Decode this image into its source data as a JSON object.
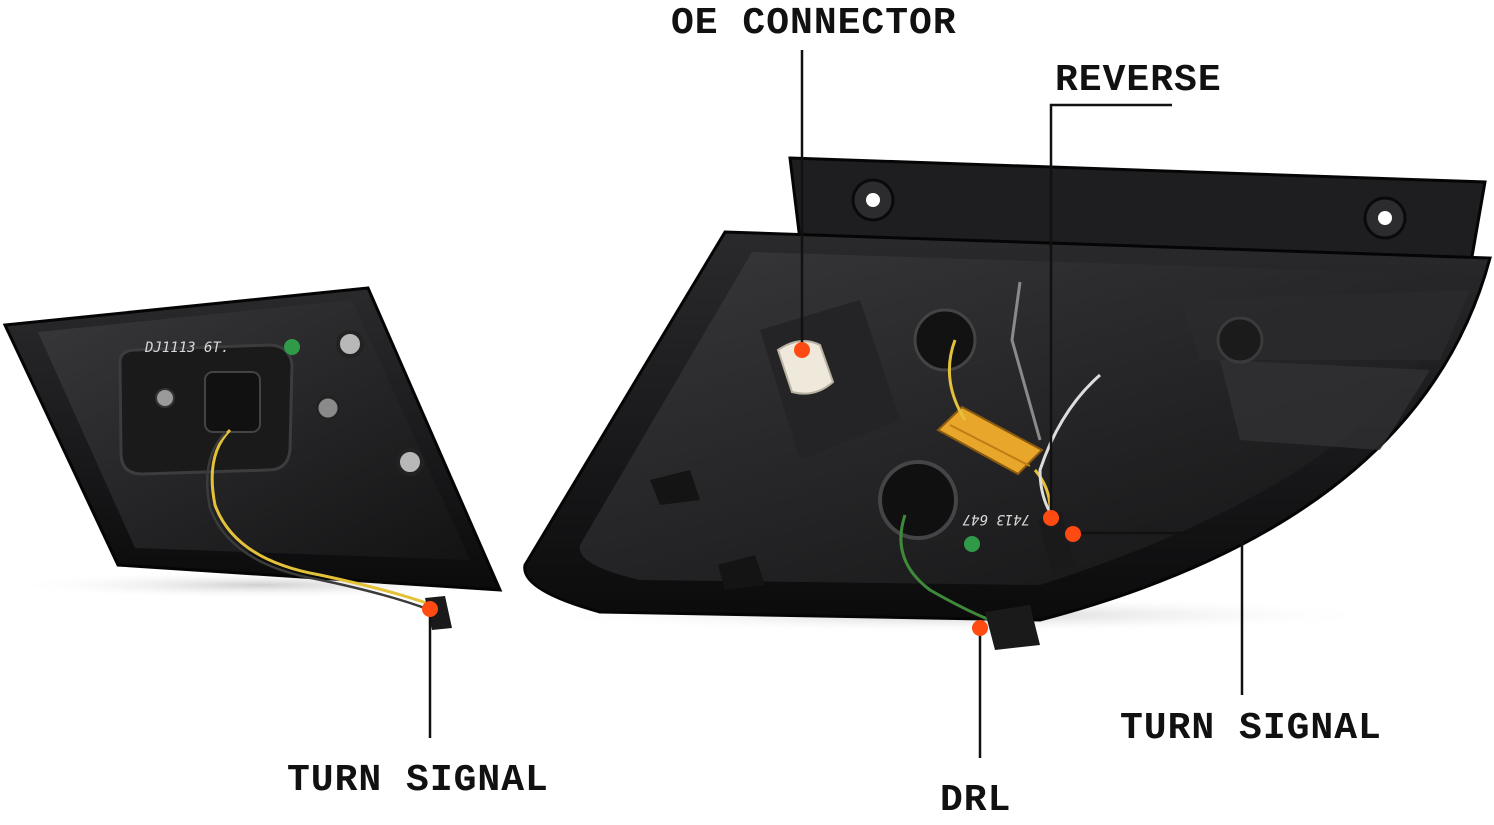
{
  "labels": {
    "oe_connector": "OE CONNECTOR",
    "reverse": "REVERSE",
    "turn_signal_left": "TURN SIGNAL",
    "turn_signal_right": "TURN SIGNAL",
    "drl": "DRL"
  },
  "part_stamps": {
    "left_lamp": "DJ1113 6T.",
    "right_lamp": "7413 647"
  },
  "colors": {
    "housing": "#1c1c1e",
    "housing_dark": "#0d0d0e",
    "marker": "#ff4a12",
    "leader_line": "#111111",
    "wire_yellow": "#e3c23a",
    "wire_green": "#3f8a3a",
    "resistor": "#e8a62a"
  }
}
